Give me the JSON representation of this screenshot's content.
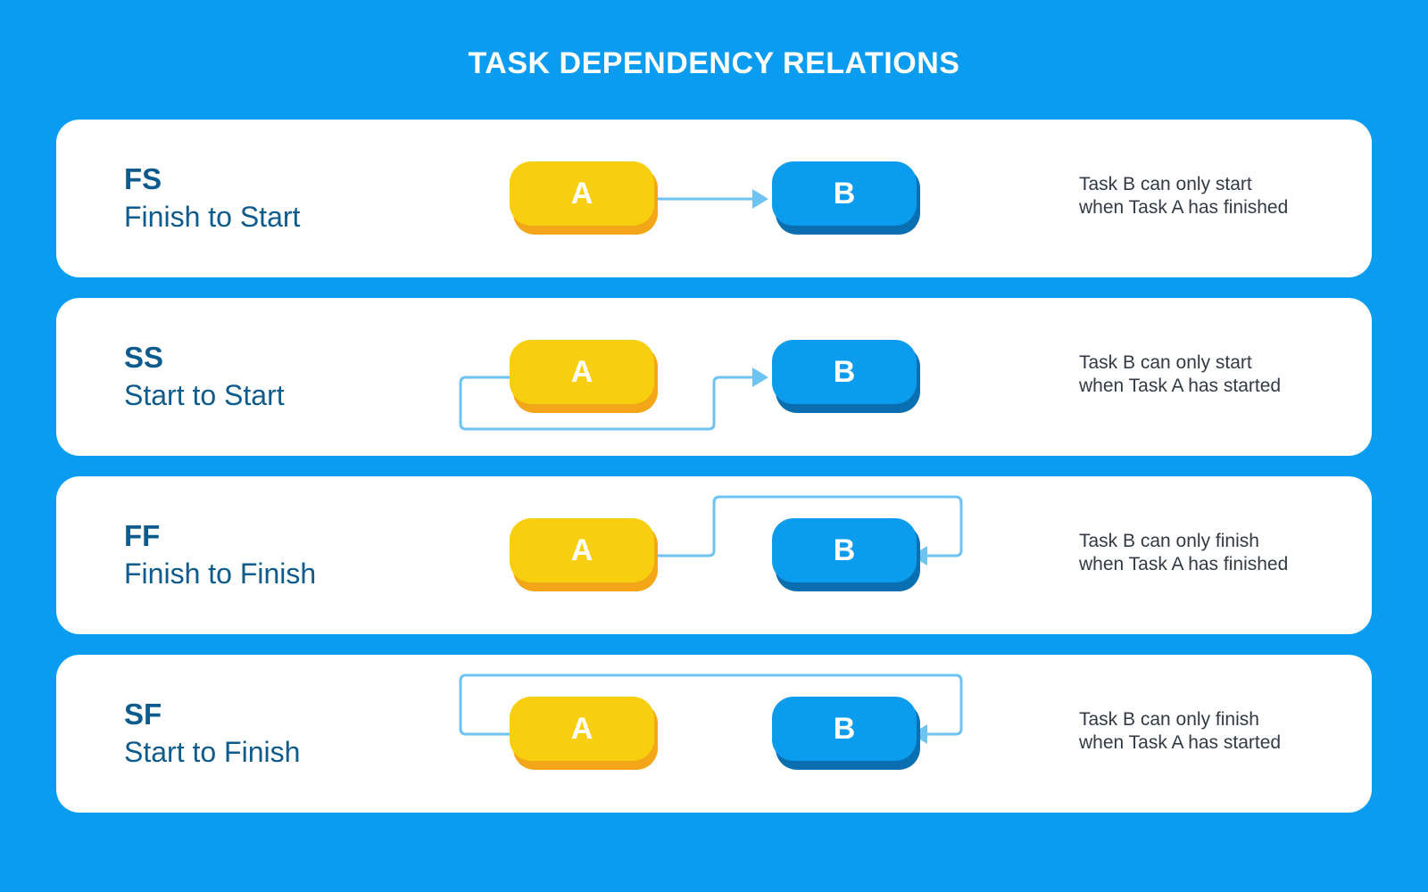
{
  "title": "TASK DEPENDENCY RELATIONS",
  "colors": {
    "background": "#0a9cf0",
    "task_a": "#f7cf0e",
    "task_a_shadow": "#f2a618",
    "task_b": "#0b9cee",
    "task_b_shadow": "#0a6fb0",
    "connector": "#6ec3f3",
    "heading_text": "#0d5b8c"
  },
  "rows": [
    {
      "code": "FS",
      "name": "Finish to Start",
      "task_a": "A",
      "task_b": "B",
      "description": [
        "Task B can only start",
        "when Task A has finished"
      ]
    },
    {
      "code": "SS",
      "name": "Start to Start",
      "task_a": "A",
      "task_b": "B",
      "description": [
        "Task B can only start",
        "when Task A has started"
      ]
    },
    {
      "code": "FF",
      "name": "Finish to Finish",
      "task_a": "A",
      "task_b": "B",
      "description": [
        "Task B can only finish",
        "when Task A has finished"
      ]
    },
    {
      "code": "SF",
      "name": "Start to Finish",
      "task_a": "A",
      "task_b": "B",
      "description": [
        "Task B can only finish",
        "when Task A has started"
      ]
    }
  ]
}
